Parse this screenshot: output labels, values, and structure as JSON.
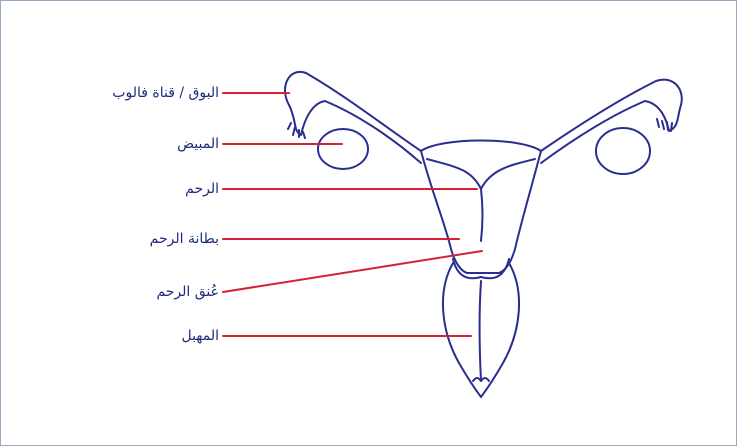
{
  "diagram": {
    "labels": [
      {
        "id": "fallopian-tube",
        "text": "البوق / قناة فالوب"
      },
      {
        "id": "ovary",
        "text": "المبيض"
      },
      {
        "id": "uterus",
        "text": "الرحم"
      },
      {
        "id": "endometrium",
        "text": "بطانة الرحم"
      },
      {
        "id": "cervix",
        "text": "عُنق الرحم"
      },
      {
        "id": "vagina",
        "text": "المهبل"
      }
    ],
    "colors": {
      "outline": "#2a2f8f",
      "leader_line": "#d62036",
      "label_text": "#1f2a7a",
      "border": "#9aa7c0"
    }
  }
}
